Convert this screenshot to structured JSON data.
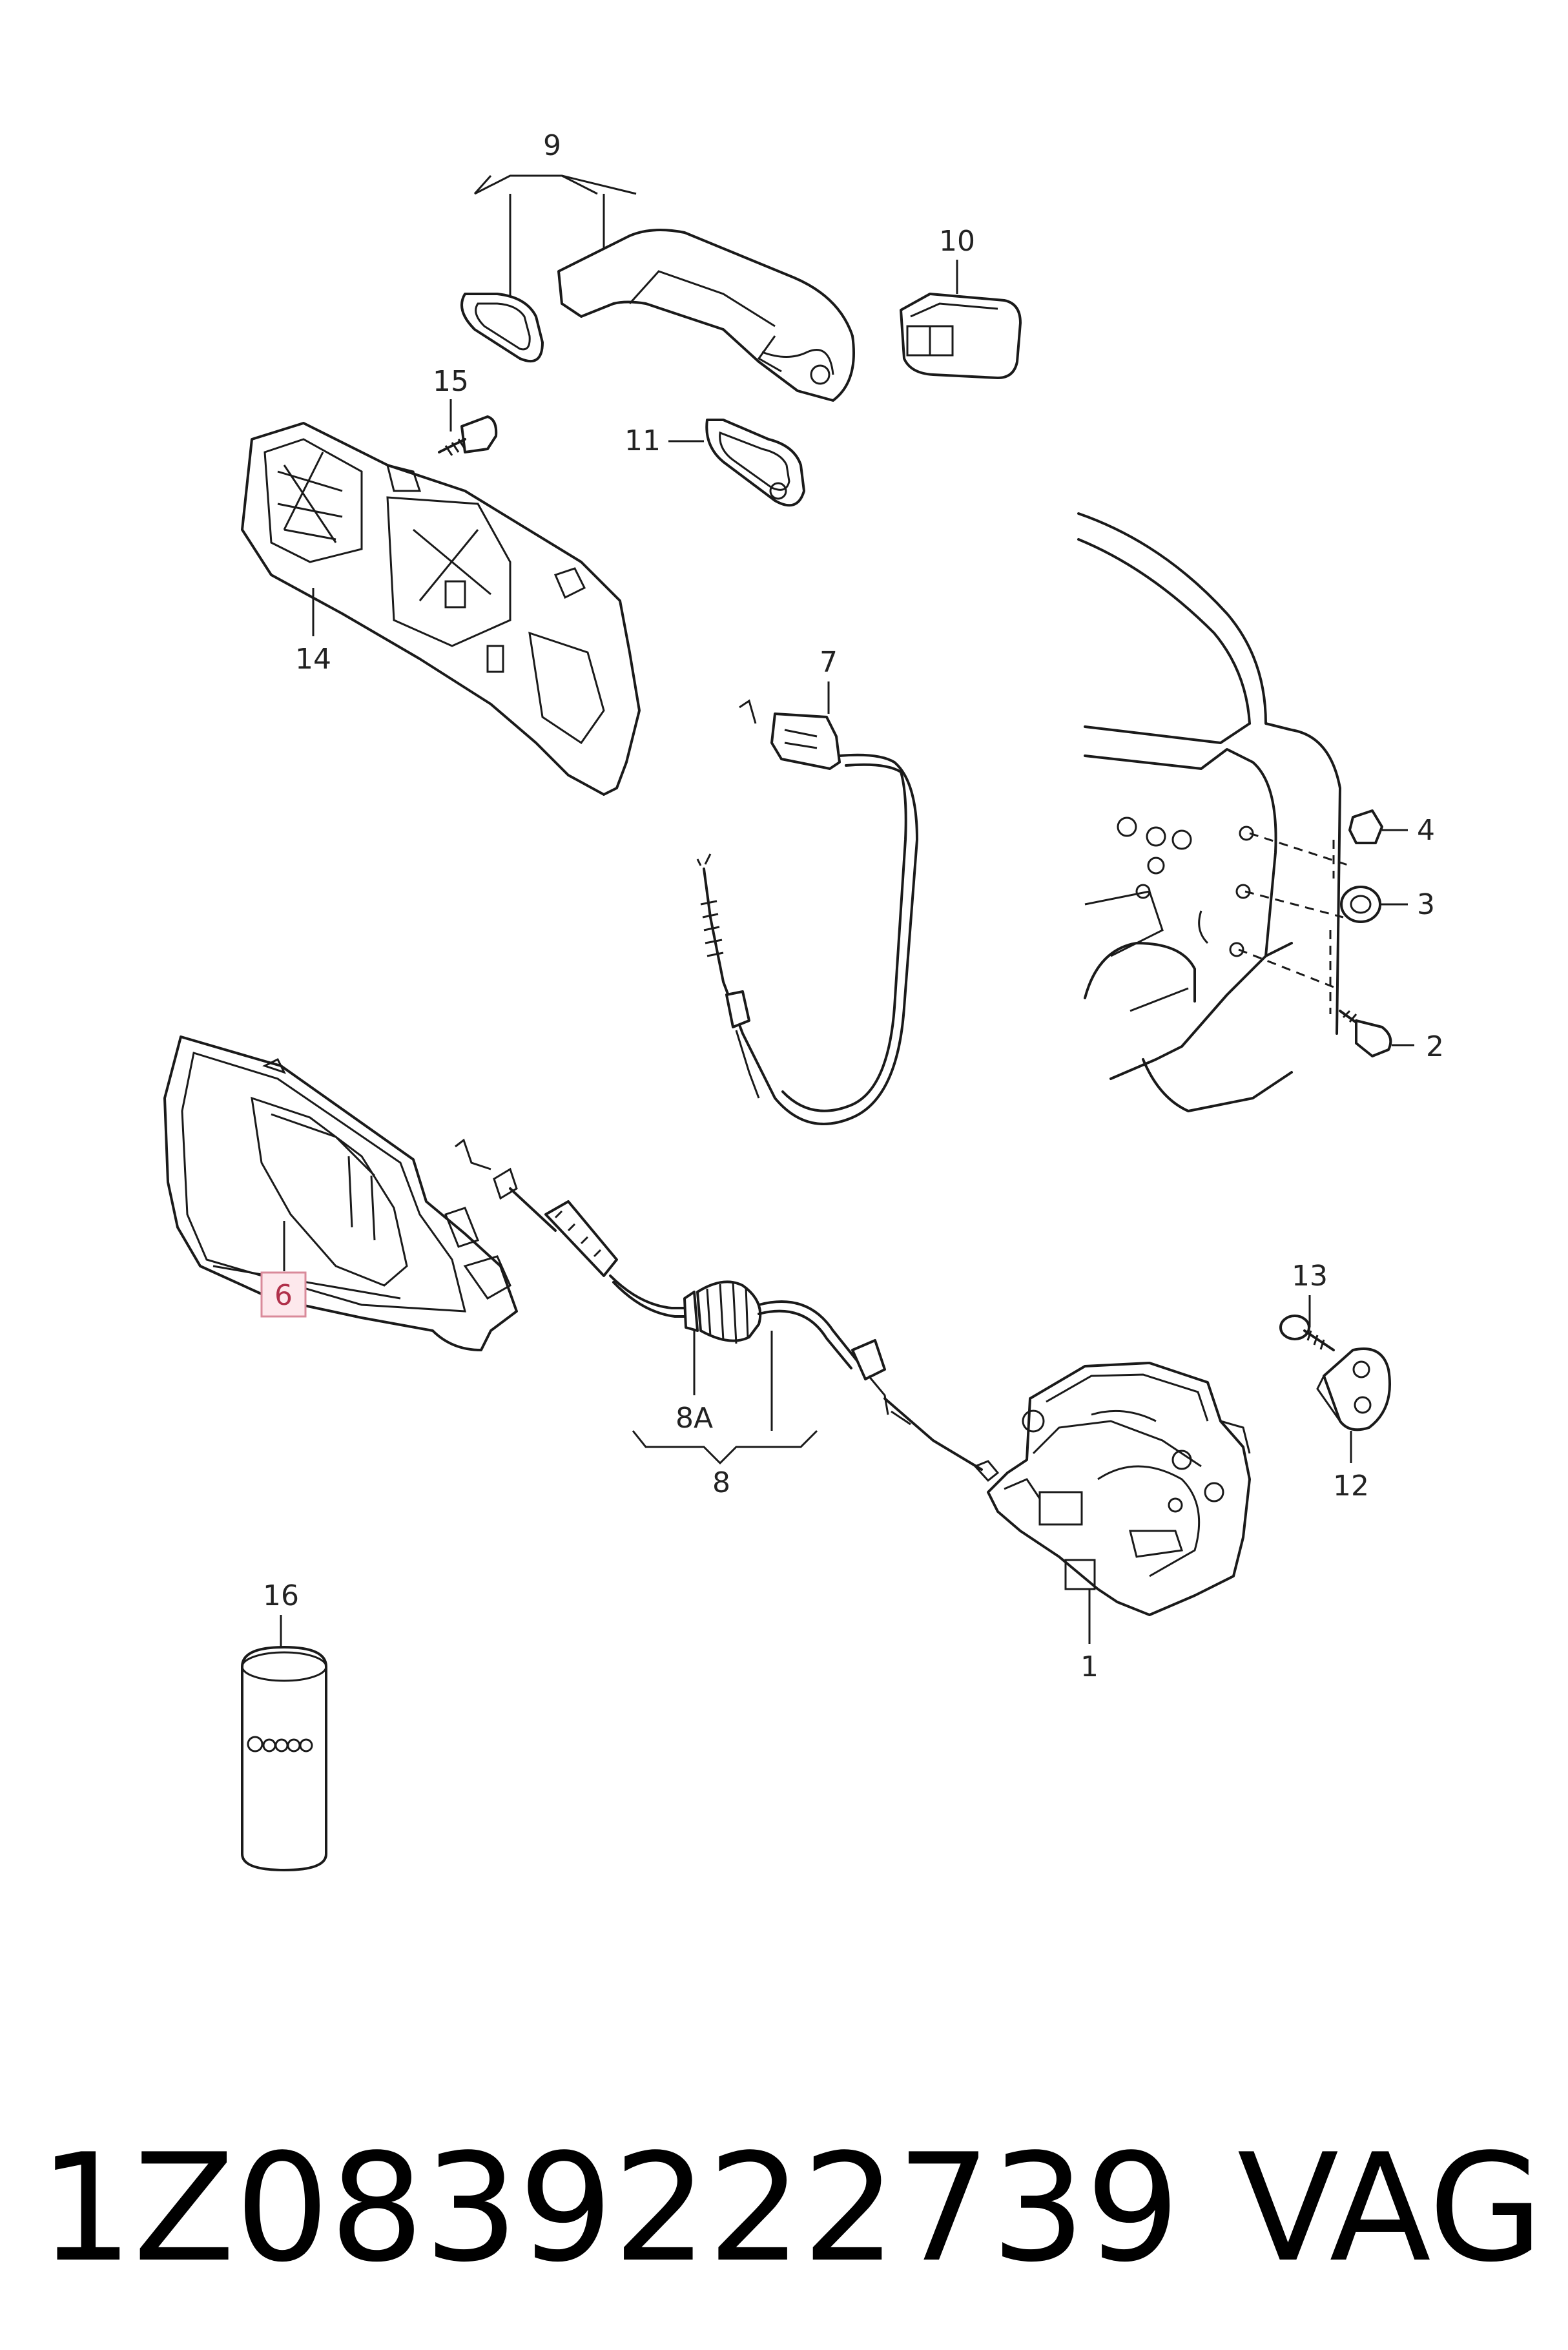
{
  "callouts": {
    "c1": "1",
    "c2": "2",
    "c3": "3",
    "c4": "4",
    "c6": "6",
    "c7": "7",
    "c8": "8",
    "c8a": "8A",
    "c9": "9",
    "c10": "10",
    "c11": "11",
    "c12": "12",
    "c13": "13",
    "c14": "14",
    "c15": "15",
    "c16": "16"
  },
  "highlighted_callout": "6",
  "footer": {
    "part_number": "1Z0839222739",
    "brand": "VAG"
  },
  "colors": {
    "highlight_fill": "#fde8ec",
    "highlight_border": "#d98a9a",
    "line": "#1a1a1a"
  }
}
